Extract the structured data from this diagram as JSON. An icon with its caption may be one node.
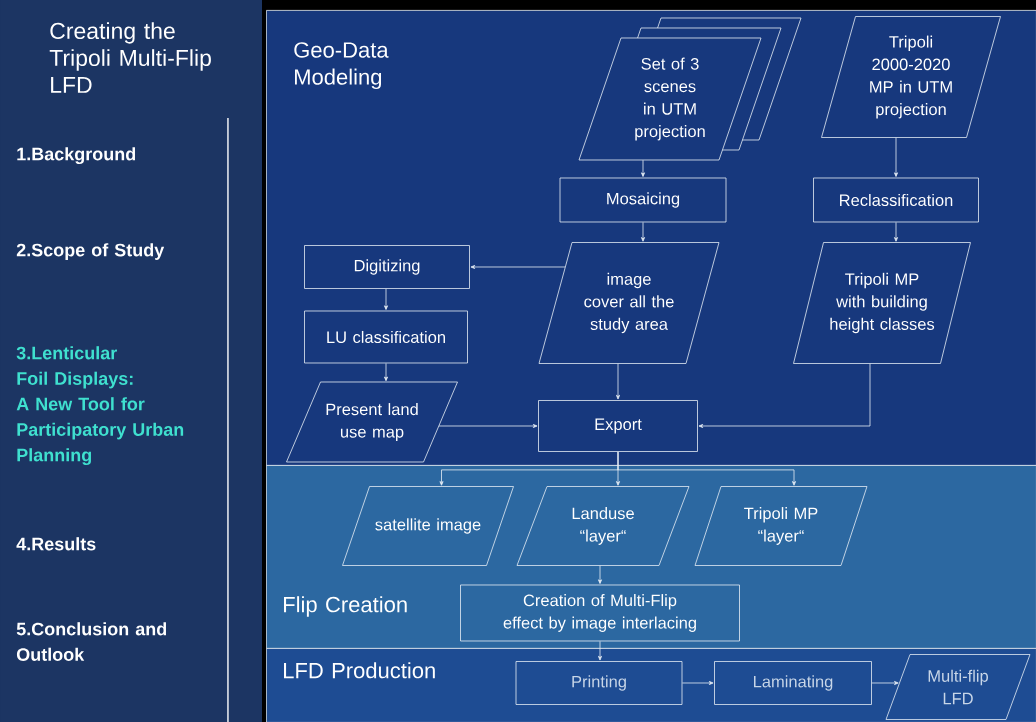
{
  "diagram": {
    "title": "Creating the Tripoli Multi-Flip LFD",
    "nodes": [
      {
        "text": [
          "Geo-Data Modeling"
        ]
      },
      {
        "text": [
          "Set of 3 scenes in UTM projection"
        ],
        "in": 0
      },
      {
        "text": [
          "Tripoli 2000-2020 MP in UTM projection"
        ],
        "in": 0
      },
      {
        "text": [
          "Mosaicing"
        ],
        "in": 0
      },
      {
        "text": [
          "Reclassification"
        ],
        "in": 0
      },
      {
        "text": [
          "Digitizing"
        ],
        "in": 0
      },
      {
        "text": [
          "image cover all the study area"
        ],
        "in": 0
      },
      {
        "text": [
          "Tripoli MP with building height classes"
        ],
        "in": 0
      },
      {
        "text": [
          "LU classification"
        ],
        "in": 0
      },
      {
        "text": [
          "Present land use map"
        ],
        "in": 0
      },
      {
        "text": [
          "Export"
        ],
        "in": 0
      },
      {
        "text": [
          "Flip Creation"
        ]
      },
      {
        "text": [
          "satellite image"
        ],
        "in": 11
      },
      {
        "text": [
          "Landuse “layer“"
        ],
        "in": 11
      },
      {
        "text": [
          "Tripoli MP “layer“"
        ],
        "in": 11
      },
      {
        "text": [
          "Creation of Multi-Flip effect by image interlacing"
        ],
        "in": 11
      },
      {
        "text": [
          "LFD Production"
        ]
      },
      {
        "text": [
          "Printing"
        ],
        "in": 16
      },
      {
        "text": [
          "Laminating"
        ],
        "in": 16
      },
      {
        "text": [
          "Multi-flip LFD"
        ],
        "in": 16
      }
    ],
    "edges": [
      {
        "from": 1,
        "to": 3,
        "arrow": "to"
      },
      {
        "from": 2,
        "to": 4,
        "arrow": "to"
      },
      {
        "from": 3,
        "to": 6,
        "arrow": "to"
      },
      {
        "from": 4,
        "to": 7,
        "arrow": "to"
      },
      {
        "from": 6,
        "to": 5,
        "arrow": "to"
      },
      {
        "from": 5,
        "to": 8,
        "arrow": "to"
      },
      {
        "from": 8,
        "to": 9,
        "arrow": "to"
      },
      {
        "from": 6,
        "to": 10,
        "arrow": "to"
      },
      {
        "from": 9,
        "to": 10,
        "arrow": "to"
      },
      {
        "from": 7,
        "to": 10,
        "arrow": "to"
      },
      {
        "from": 10,
        "to": 12,
        "arrow": "to"
      },
      {
        "from": 10,
        "to": 13,
        "arrow": "to"
      },
      {
        "from": 10,
        "to": 14,
        "arrow": "to"
      },
      {
        "from": 13,
        "to": 15,
        "arrow": "to"
      },
      {
        "from": 15,
        "to": 17,
        "arrow": "to"
      },
      {
        "from": 17,
        "to": 18,
        "arrow": "to"
      },
      {
        "from": 18,
        "to": 19,
        "arrow": "to"
      }
    ],
    "labels": [
      "1.Background",
      "2.Scope of Study",
      "3.Lenticular Foil Displays: A New Tool for Participatory Urban Planning",
      "4.Results",
      "5.Conclusion and Outlook"
    ]
  }
}
